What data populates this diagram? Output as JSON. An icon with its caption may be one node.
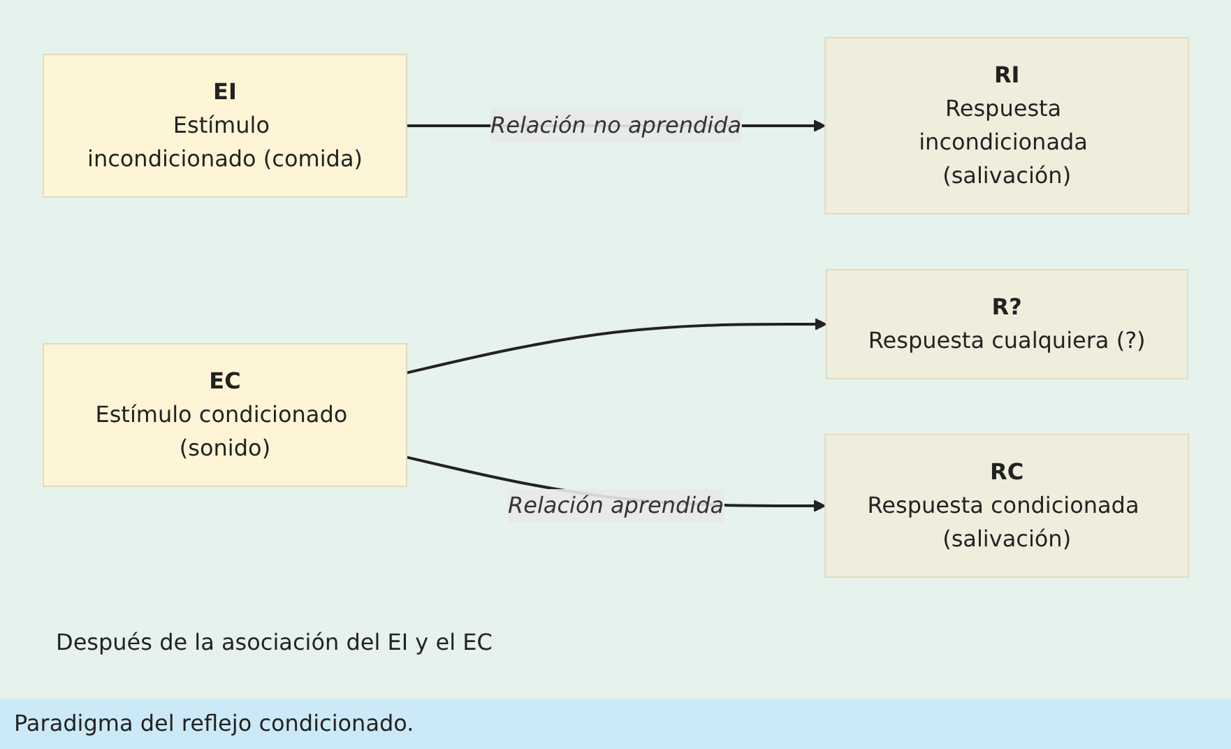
{
  "diagram": {
    "caption": "Paradigma del reflejo condicionado.",
    "nodes": [
      {
        "text": [
          "EI",
          "Estímulo incondicionado (comida)"
        ]
      },
      {
        "text": [
          "RI",
          "Respuesta incondicionada (salivación)"
        ]
      },
      {
        "text": [
          "EC",
          "Estímulo condicionado (sonido)"
        ]
      },
      {
        "text": [
          "R?",
          "Respuesta cualquiera (?)"
        ]
      },
      {
        "text": [
          "RC",
          "Respuesta condicionada (salivación)"
        ]
      }
    ],
    "edges": [
      {
        "from": 0,
        "to": 1,
        "arrow": "to",
        "label": "Relación no aprendida"
      },
      {
        "from": 2,
        "to": 3,
        "arrow": "to"
      },
      {
        "from": 2,
        "to": 4,
        "arrow": "to",
        "label": "Relación aprendida"
      }
    ],
    "labels": [
      "Después de la asociación del EI y el EC"
    ]
  }
}
